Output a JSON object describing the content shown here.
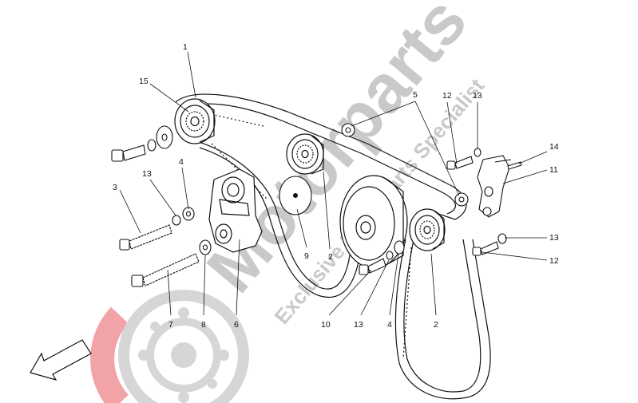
{
  "watermark": {
    "brand": "Motorparts",
    "tagline": "Exclusive Motorparts Specialist",
    "colors": {
      "gray": "#c9c9c9",
      "red": "#f2a3a8"
    }
  },
  "callouts": {
    "c1": "1",
    "c15": "15",
    "c3": "3",
    "c13a": "13",
    "c4a": "4",
    "c5": "5",
    "c12a": "12",
    "c13b": "13",
    "c14": "14",
    "c11": "11",
    "c13c": "13",
    "c12b": "12",
    "c9": "9",
    "c2a": "2",
    "c7": "7",
    "c8": "8",
    "c6": "6",
    "c10": "10",
    "c13d": "13",
    "c4b": "4",
    "c2b": "2"
  },
  "icons": {
    "direction": "arrow-icon"
  },
  "colors": {
    "line": "#111111",
    "paper": "#ffffff"
  }
}
